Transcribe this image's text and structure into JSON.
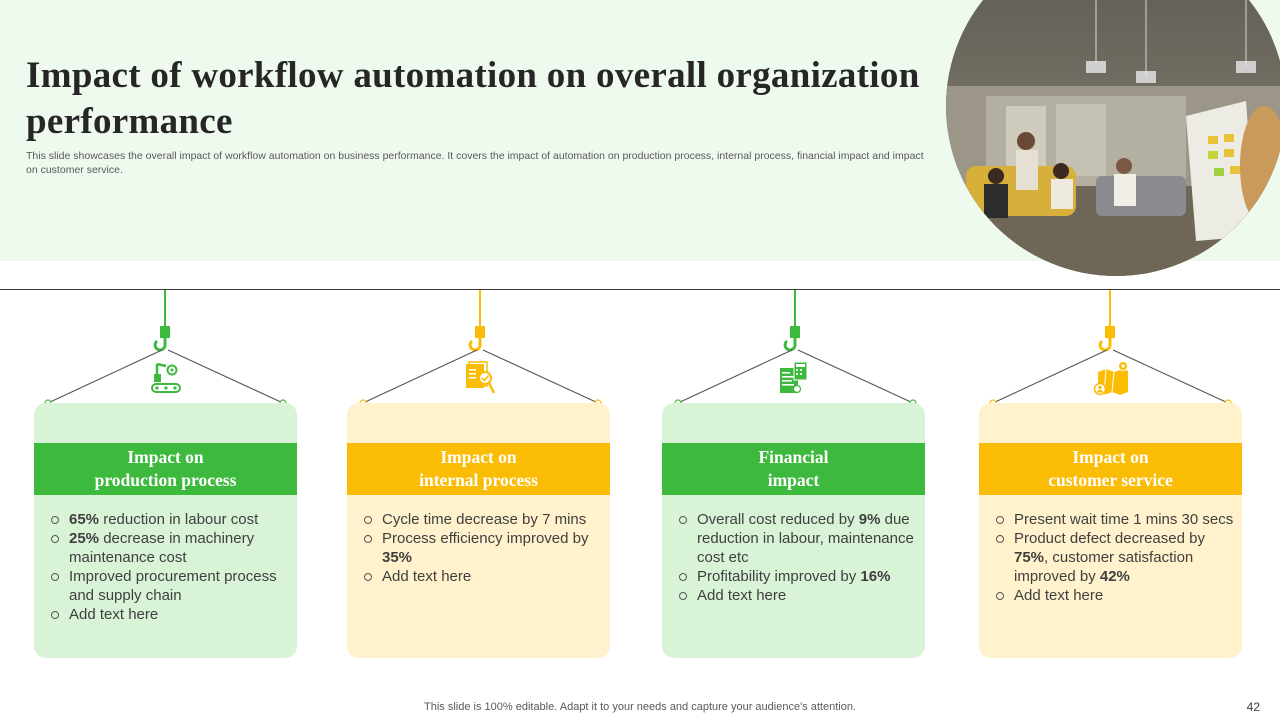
{
  "title": "Impact of workflow automation on overall organization performance",
  "subtitle": "This slide showcases the overall impact of workflow automation on business performance. It covers the impact of automation on production process, internal process, financial impact and impact on customer service.",
  "colors": {
    "green": "#3dba3d",
    "yellow": "#fbbc05",
    "green_light": "#d8f3d6",
    "yellow_light": "#fff2cc",
    "band": "#effaee"
  },
  "cards": [
    {
      "heading": "Impact on\nproduction process",
      "icon": "robot-arm-conveyor-icon",
      "items": [
        [
          {
            "b": "65%"
          },
          {
            "t": " reduction in labour cost"
          }
        ],
        [
          {
            "b": "25%"
          },
          {
            "t": " decrease in machinery maintenance  cost"
          }
        ],
        [
          {
            "t": "Improved procurement process and supply chain"
          }
        ],
        [
          {
            "t": "Add text here"
          }
        ]
      ]
    },
    {
      "heading": "Impact on\ninternal process",
      "icon": "report-review-icon",
      "items": [
        [
          {
            "t": "Cycle time decrease by 7 mins"
          }
        ],
        [
          {
            "t": "Process efficiency improved by "
          },
          {
            "b": "35%"
          }
        ],
        [
          {
            "t": "Add text here"
          }
        ]
      ]
    },
    {
      "heading": "Financial\nimpact",
      "icon": "financial-calculator-icon",
      "items": [
        [
          {
            "t": "Overall cost reduced by "
          },
          {
            "b": "9%"
          },
          {
            "t": " due reduction in labour, maintenance  cost etc"
          }
        ],
        [
          {
            "t": "Profitability improved by "
          },
          {
            "b": "16%"
          }
        ],
        [
          {
            "t": "Add text here"
          }
        ]
      ]
    },
    {
      "heading": "Impact on\ncustomer service",
      "icon": "customer-map-icon",
      "items": [
        [
          {
            "t": "Present wait time 1 mins 30 secs"
          }
        ],
        [
          {
            "t": "Product defect decreased by "
          },
          {
            "b": "75%"
          },
          {
            "t": ", customer satisfaction improved by "
          },
          {
            "b": "42%"
          }
        ],
        [
          {
            "t": "Add text here"
          }
        ]
      ]
    }
  ],
  "footer": "This slide is 100% editable. Adapt it to your needs and capture your audience's attention.",
  "page_number": "42"
}
